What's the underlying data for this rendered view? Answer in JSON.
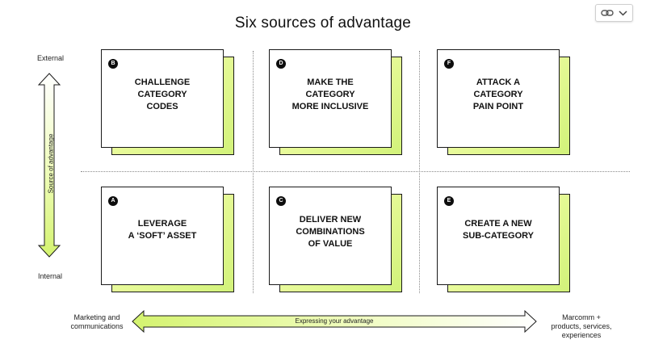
{
  "title": "Six sources of advantage",
  "vertical_axis": {
    "label": "Source of advantage",
    "top_label": "External",
    "bottom_label": "Internal"
  },
  "horizontal_axis": {
    "label": "Expressing your advantage",
    "left_label": "Marketing and communications",
    "left_lines": [
      "Marketing and",
      "communications"
    ],
    "right_label": "Marcomm + products, services, experiences",
    "right_lines": [
      "Marcomm +",
      "products, services,",
      "experiences"
    ]
  },
  "cards": [
    {
      "badge": "B",
      "lines": [
        "Challenge",
        "category",
        "codes"
      ]
    },
    {
      "badge": "D",
      "lines": [
        "Make the",
        "category",
        "more inclusive"
      ]
    },
    {
      "badge": "F",
      "lines": [
        "Attack a",
        "category",
        "pain point"
      ]
    },
    {
      "badge": "A",
      "lines": [
        "Leverage",
        "a ‘soft’ asset"
      ]
    },
    {
      "badge": "C",
      "lines": [
        "Deliver new",
        "combinations",
        "of value"
      ]
    },
    {
      "badge": "E",
      "lines": [
        "Create a new",
        "sub-category"
      ]
    }
  ],
  "colors": {
    "accent": "#e4fa8a",
    "accent_dark": "#c9ec62",
    "outline": "#1a1a1a",
    "badge": "#0d0d0d"
  },
  "icons": {
    "link": "link-icon",
    "dropdown": "chevron-down-icon"
  }
}
